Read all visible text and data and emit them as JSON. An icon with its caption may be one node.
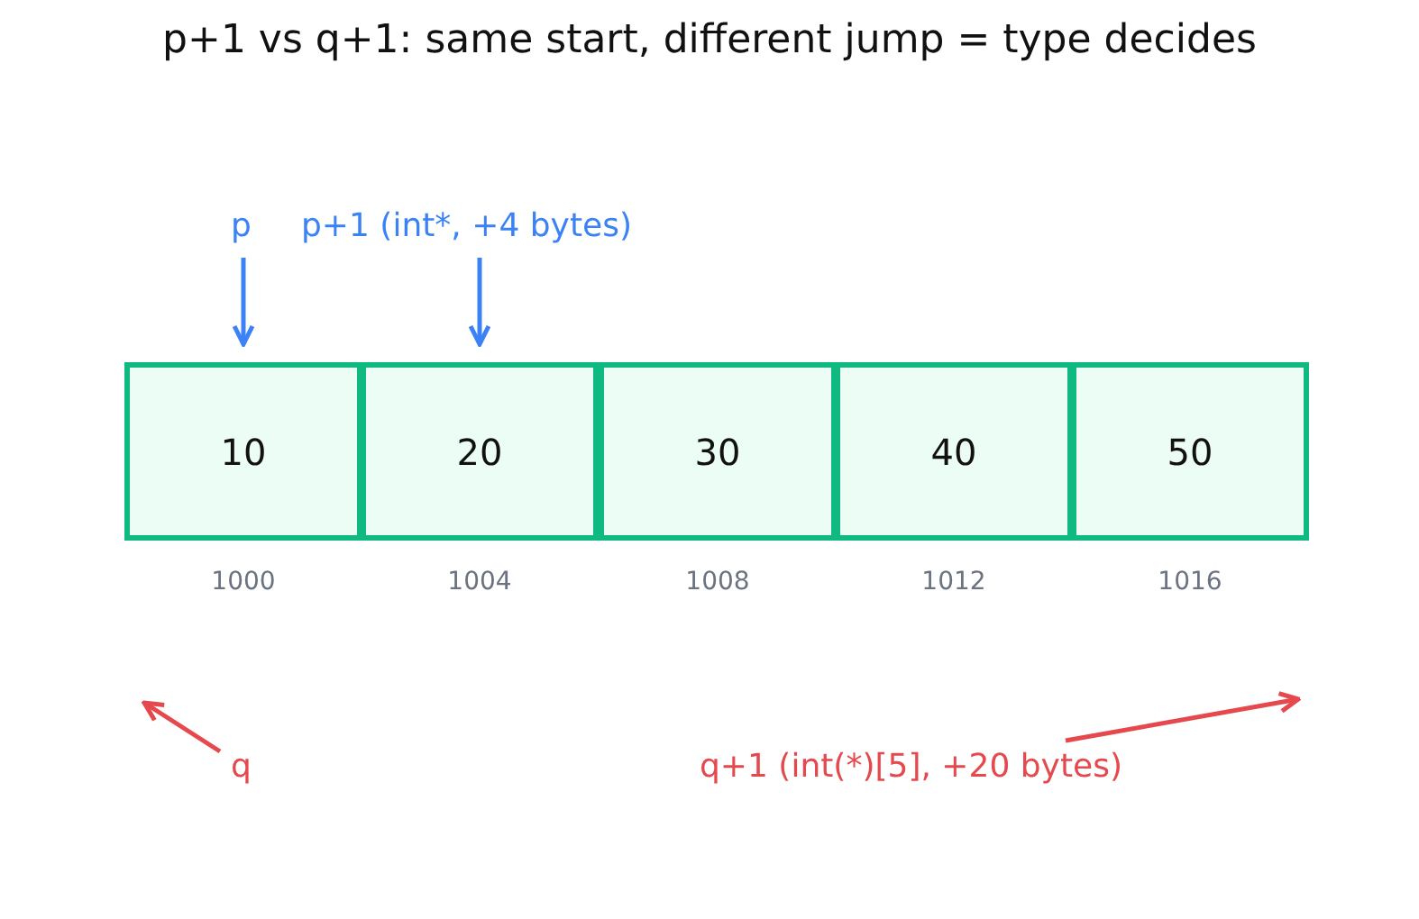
{
  "diagram": {
    "title": "p+1 vs q+1: same start, different jump = type decides",
    "nodes": [
      {
        "text": [
          "p"
        ]
      },
      {
        "text": [
          "p+1 (int*, +4 bytes)"
        ]
      },
      {
        "text": [
          "10"
        ],
        "beside": [
          "1000"
        ]
      },
      {
        "text": [
          "20"
        ],
        "beside": [
          "1004"
        ]
      },
      {
        "text": [
          "30"
        ],
        "beside": [
          "1008"
        ]
      },
      {
        "text": [
          "40"
        ],
        "beside": [
          "1012"
        ]
      },
      {
        "text": [
          "50"
        ],
        "beside": [
          "1016"
        ]
      },
      {
        "text": [
          "q"
        ]
      },
      {
        "text": [
          "q+1 (int(*)[5], +20 bytes)"
        ]
      }
    ],
    "edges": [
      {
        "from": 0,
        "to": 2,
        "arrow": "to",
        "color": "#3b82f6"
      },
      {
        "from": 1,
        "to": 3,
        "arrow": "to",
        "color": "#3b82f6"
      },
      {
        "from": 7,
        "to": null,
        "arrow": "to",
        "color": "#e5484d"
      },
      {
        "from": 8,
        "to": null,
        "arrow": "to",
        "color": "#e5484d"
      }
    ]
  }
}
